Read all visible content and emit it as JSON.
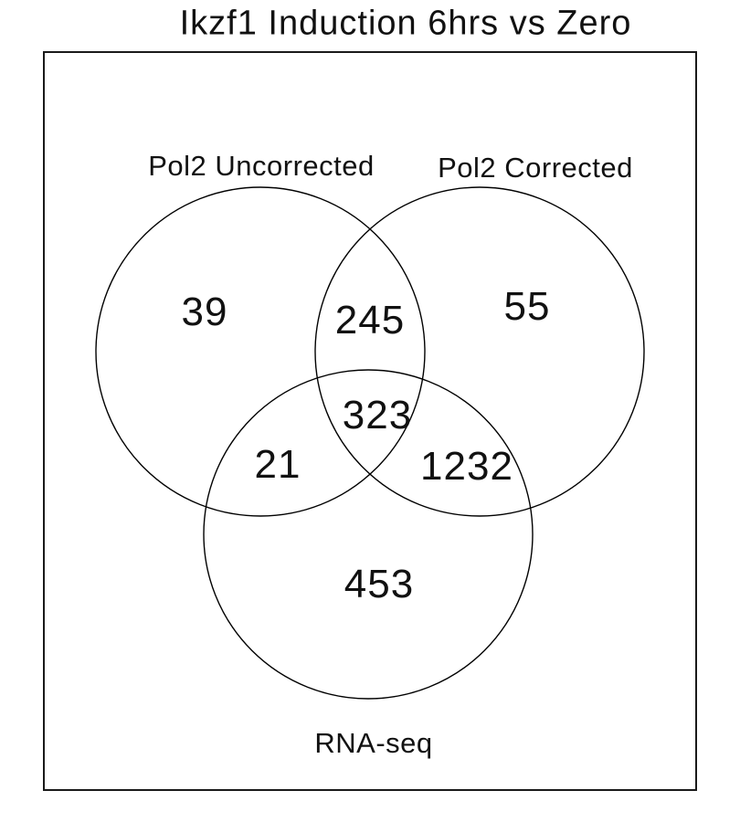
{
  "title": "Ikzf1 Induction 6hrs vs Zero",
  "colors": {
    "stroke": "#000000",
    "border": "#1a1a1a",
    "background": "#ffffff",
    "text": "#111111"
  },
  "chart_data": {
    "type": "venn",
    "title": "Ikzf1 Induction 6hrs vs Zero",
    "sets": [
      "Pol2 Uncorrected",
      "Pol2 Corrected",
      "RNA-seq"
    ],
    "regions": [
      {
        "sets": [
          "Pol2 Uncorrected"
        ],
        "value": 39
      },
      {
        "sets": [
          "Pol2 Uncorrected",
          "Pol2 Corrected"
        ],
        "value": 245
      },
      {
        "sets": [
          "Pol2 Corrected"
        ],
        "value": 55
      },
      {
        "sets": [
          "Pol2 Uncorrected",
          "Pol2 Corrected",
          "RNA-seq"
        ],
        "value": 323
      },
      {
        "sets": [
          "Pol2 Uncorrected",
          "RNA-seq"
        ],
        "value": 21
      },
      {
        "sets": [
          "Pol2 Corrected",
          "RNA-seq"
        ],
        "value": 1232
      },
      {
        "sets": [
          "RNA-seq"
        ],
        "value": 453
      }
    ],
    "layout_hints": {
      "legend": "none",
      "grid": false,
      "circle_fill": "none",
      "circle_outline": "black"
    }
  }
}
